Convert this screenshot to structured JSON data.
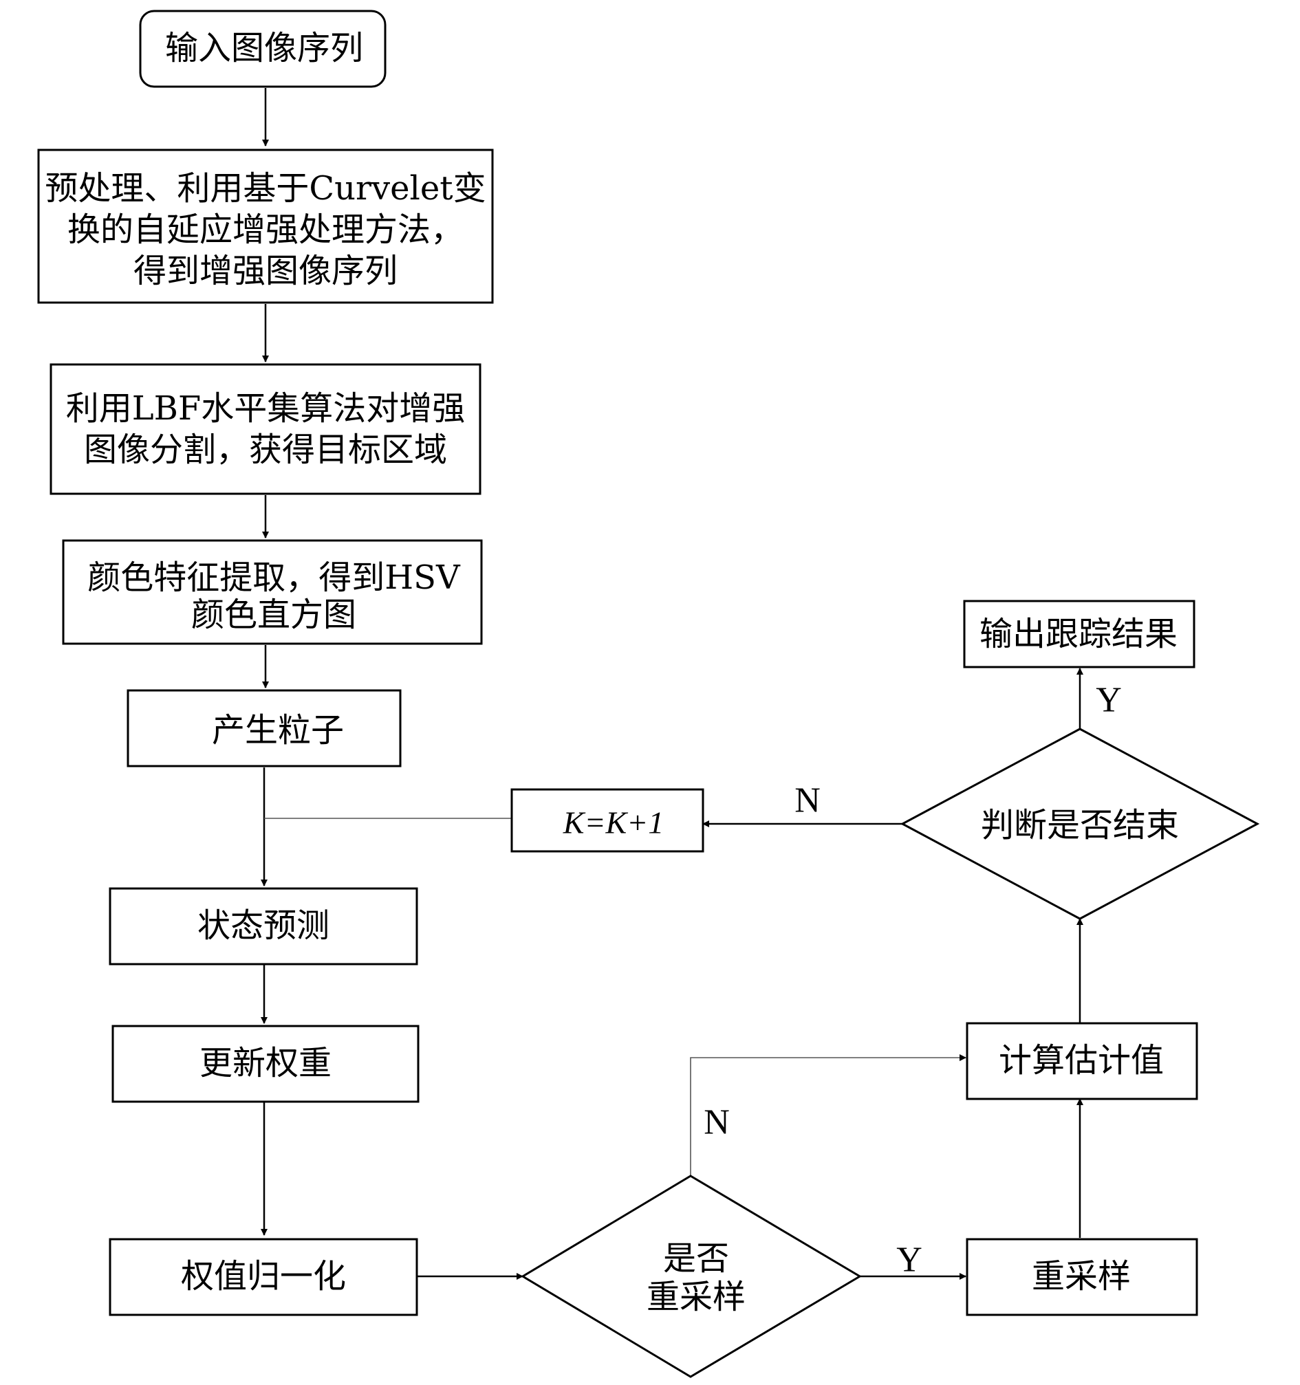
{
  "nodes": {
    "input": [
      "输入图像序列"
    ],
    "preprocess": [
      "预处理、利用基于Curvelet变",
      "换的自延应增强处理方法，",
      "得到增强图像序列"
    ],
    "segment": [
      "利用LBF水平集算法对增强",
      "图像分割，获得目标区域"
    ],
    "color": [
      "颜色特征提取，得到HSV",
      "颜色直方图"
    ],
    "particles": [
      "产生粒子"
    ],
    "predict": [
      "状态预测"
    ],
    "update_weights": [
      "更新权重"
    ],
    "normalize": [
      "权值归一化"
    ],
    "resample_decision": [
      "是否",
      "重采样"
    ],
    "resample": [
      "重采样"
    ],
    "estimate": [
      "计算估计值"
    ],
    "end_decision": [
      "判断是否结束"
    ],
    "output": [
      "输出跟踪结果"
    ],
    "k_increment": "K=K+1"
  },
  "edge_labels": {
    "resample_yes": "Y",
    "resample_no": "N",
    "end_yes": "Y",
    "end_no": "N"
  }
}
